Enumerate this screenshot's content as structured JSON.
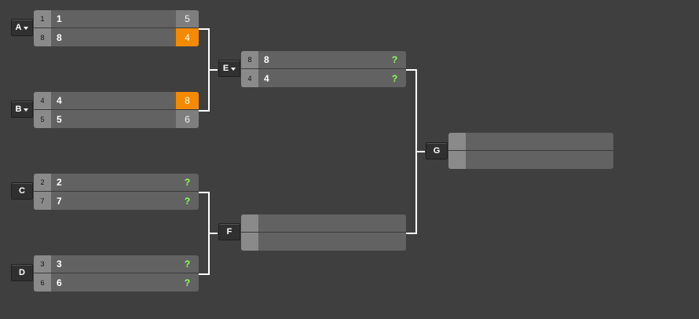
{
  "matches": {
    "A": {
      "label": "A",
      "top": {
        "seed": "1",
        "name": "1",
        "score": "5"
      },
      "bottom": {
        "seed": "8",
        "name": "8",
        "score": "4"
      }
    },
    "B": {
      "label": "B",
      "top": {
        "seed": "4",
        "name": "4",
        "score": "8"
      },
      "bottom": {
        "seed": "5",
        "name": "5",
        "score": "6"
      }
    },
    "C": {
      "label": "C",
      "top": {
        "seed": "2",
        "name": "2",
        "score": "?"
      },
      "bottom": {
        "seed": "7",
        "name": "7",
        "score": "?"
      }
    },
    "D": {
      "label": "D",
      "top": {
        "seed": "3",
        "name": "3",
        "score": "?"
      },
      "bottom": {
        "seed": "6",
        "name": "6",
        "score": "?"
      }
    },
    "E": {
      "label": "E",
      "top": {
        "seed": "8",
        "name": "8",
        "score": "?"
      },
      "bottom": {
        "seed": "4",
        "name": "4",
        "score": "?"
      }
    },
    "F": {
      "label": "F",
      "top": {
        "seed": "",
        "name": "",
        "score": ""
      },
      "bottom": {
        "seed": "",
        "name": "",
        "score": ""
      }
    },
    "G": {
      "label": "G",
      "top": {
        "seed": "",
        "name": "",
        "score": ""
      },
      "bottom": {
        "seed": "",
        "name": "",
        "score": ""
      }
    }
  },
  "colors": {
    "background": "#3f3f3f",
    "match_bg": "#626262",
    "winner_highlight": "#f58a00",
    "unknown_score": "#8cff5a",
    "connector": "#ffffff"
  }
}
